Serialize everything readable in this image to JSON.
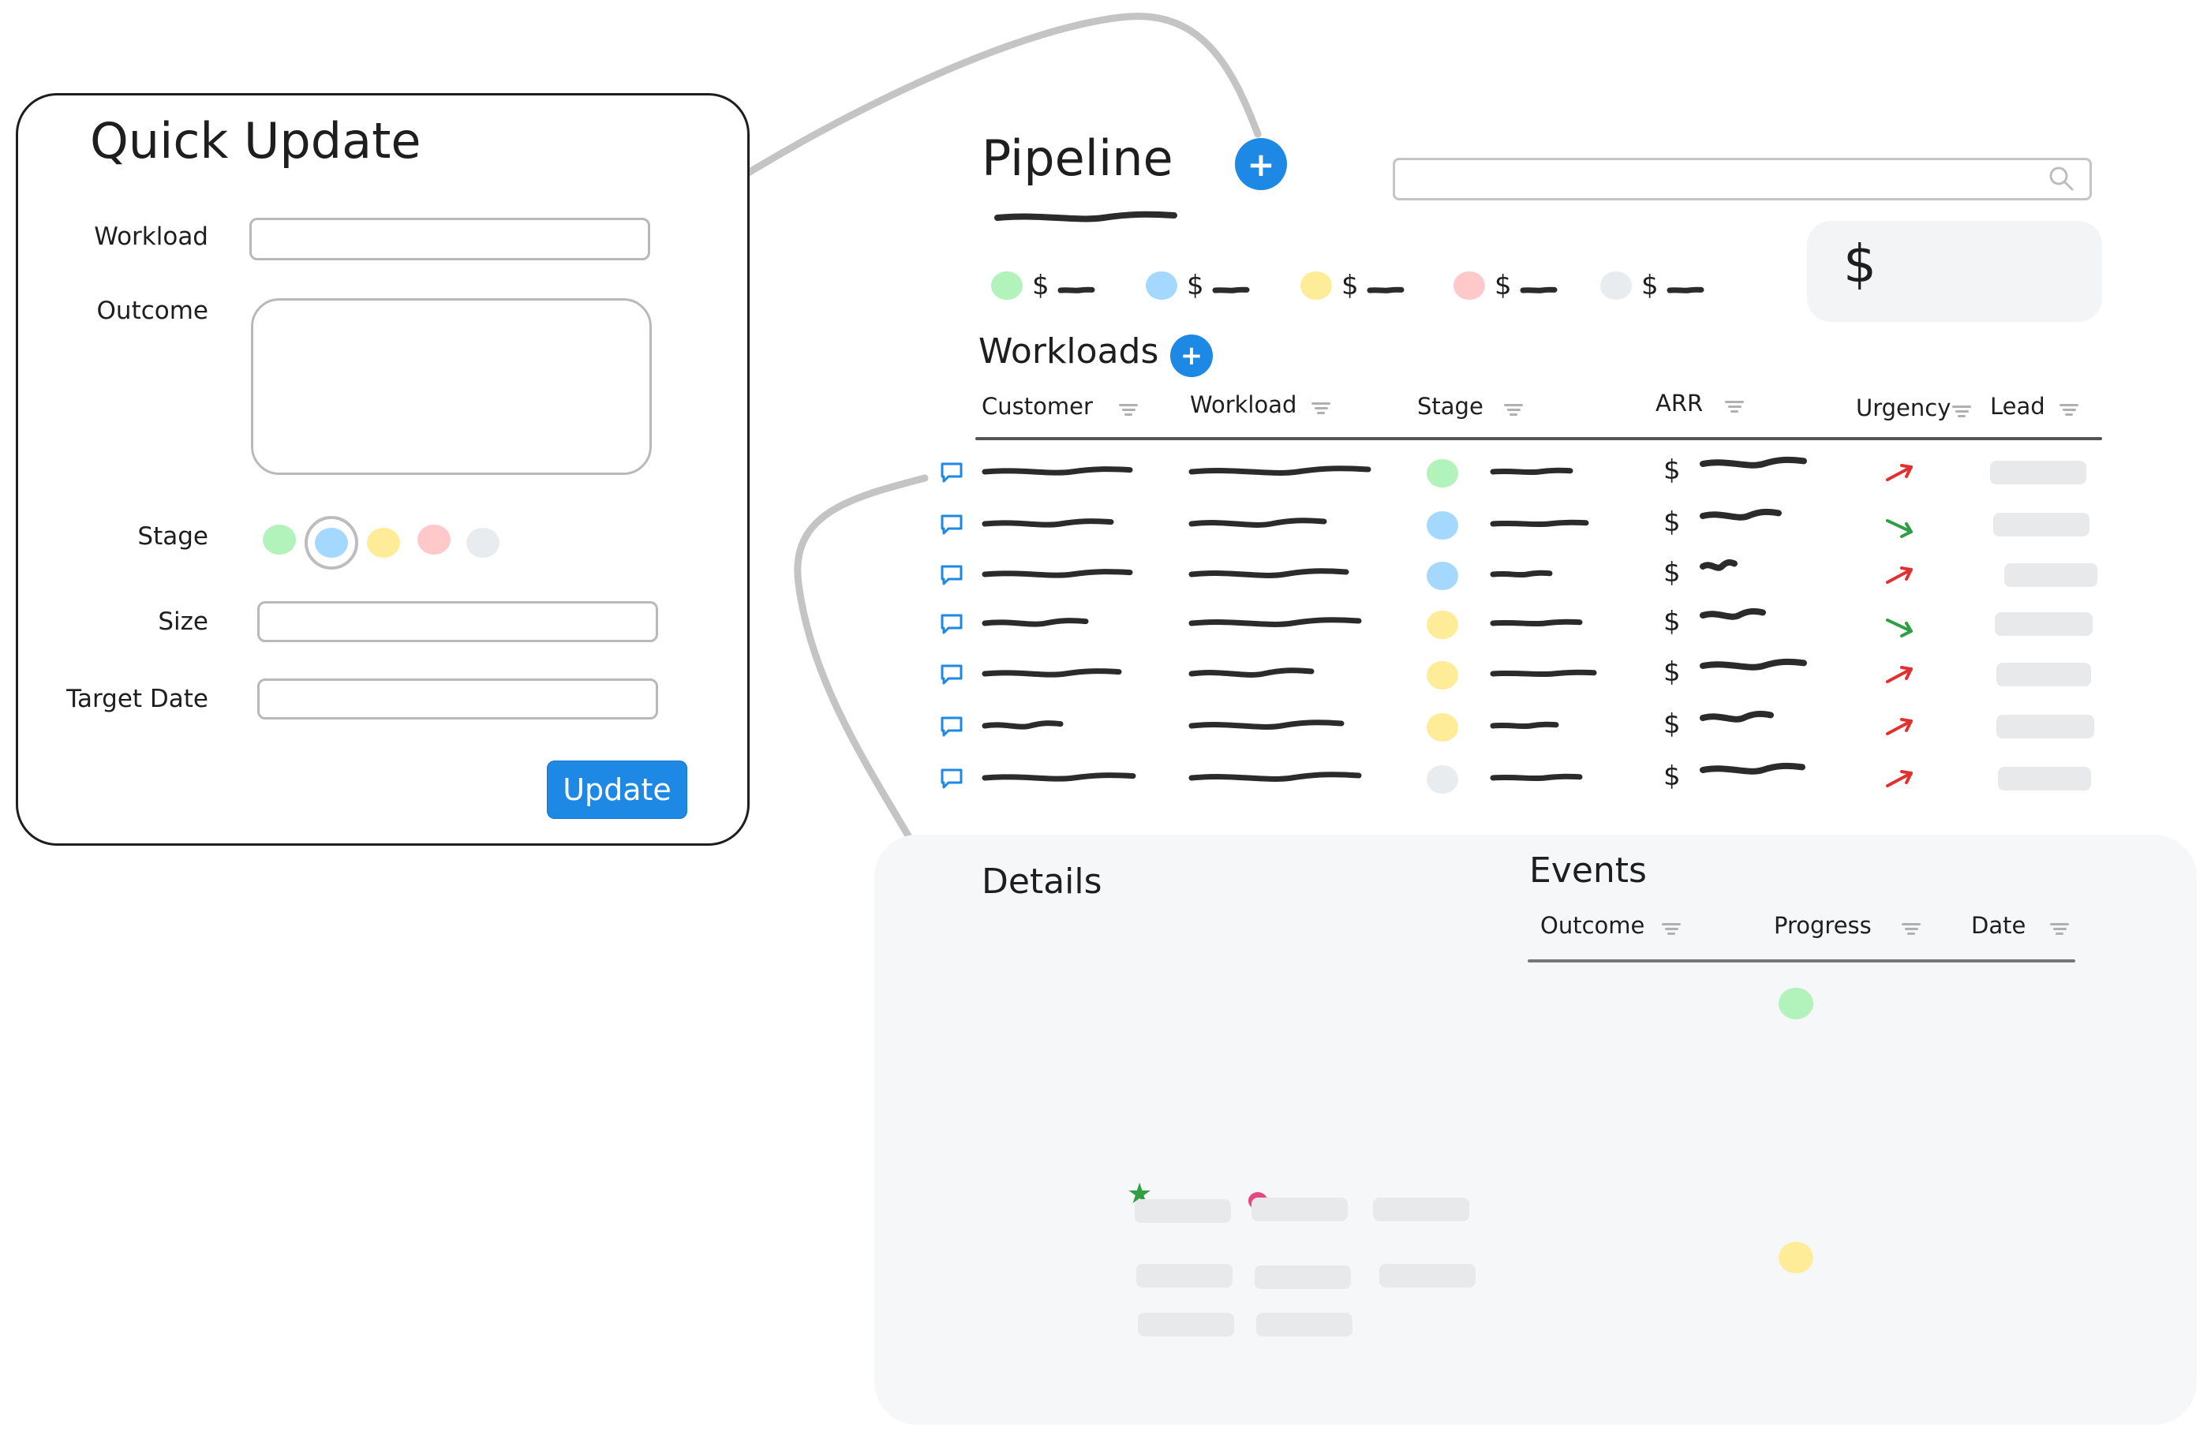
{
  "colors": {
    "accent": "#1e88e5",
    "ink": "#1e1e1e",
    "stage_green": "#b2f2bb",
    "stage_blue": "#a5d8ff",
    "stage_yellow": "#ffec99",
    "stage_red": "#ffc9c9",
    "stage_grey": "#e9ecef",
    "urgency_up": "#e03131",
    "urgency_down": "#2f9e44",
    "star": "#2f9e44",
    "marker_pink": "#e64980"
  },
  "quick_update": {
    "title": "Quick Update",
    "labels": {
      "workload": "Workload",
      "outcome": "Outcome",
      "stage": "Stage",
      "size": "Size",
      "target_date": "Target Date"
    },
    "stage_options": [
      "stage_green",
      "stage_blue",
      "stage_yellow",
      "stage_red",
      "stage_grey"
    ],
    "selected_stage": 1,
    "update_label": "Update"
  },
  "pipeline": {
    "title": "Pipeline",
    "add_label": "+",
    "total_currency": "$",
    "stage_summary_currency": "$",
    "stage_summary": [
      "stage_green",
      "stage_blue",
      "stage_yellow",
      "stage_red",
      "stage_grey"
    ]
  },
  "workloads": {
    "title": "Workloads",
    "add_label": "+",
    "columns": [
      "Customer",
      "Workload",
      "Stage",
      "ARR",
      "Urgency",
      "Lead"
    ],
    "currency": "$",
    "rows": [
      {
        "stage": "stage_green",
        "urgency": "up"
      },
      {
        "stage": "stage_blue",
        "urgency": "down"
      },
      {
        "stage": "stage_blue",
        "urgency": "up"
      },
      {
        "stage": "stage_yellow",
        "urgency": "down"
      },
      {
        "stage": "stage_yellow",
        "urgency": "up"
      },
      {
        "stage": "stage_yellow",
        "urgency": "up"
      },
      {
        "stage": "stage_grey",
        "urgency": "up"
      }
    ]
  },
  "details": {
    "title": "Details"
  },
  "events": {
    "title": "Events",
    "columns": [
      "Outcome",
      "Progress",
      "Date"
    ],
    "rows": [
      {
        "progress": "stage_green"
      },
      {
        "progress": null
      },
      {
        "progress": null
      },
      {
        "progress": null
      },
      {
        "progress": null
      },
      {
        "progress": "stage_yellow"
      },
      {
        "progress": null
      }
    ]
  }
}
